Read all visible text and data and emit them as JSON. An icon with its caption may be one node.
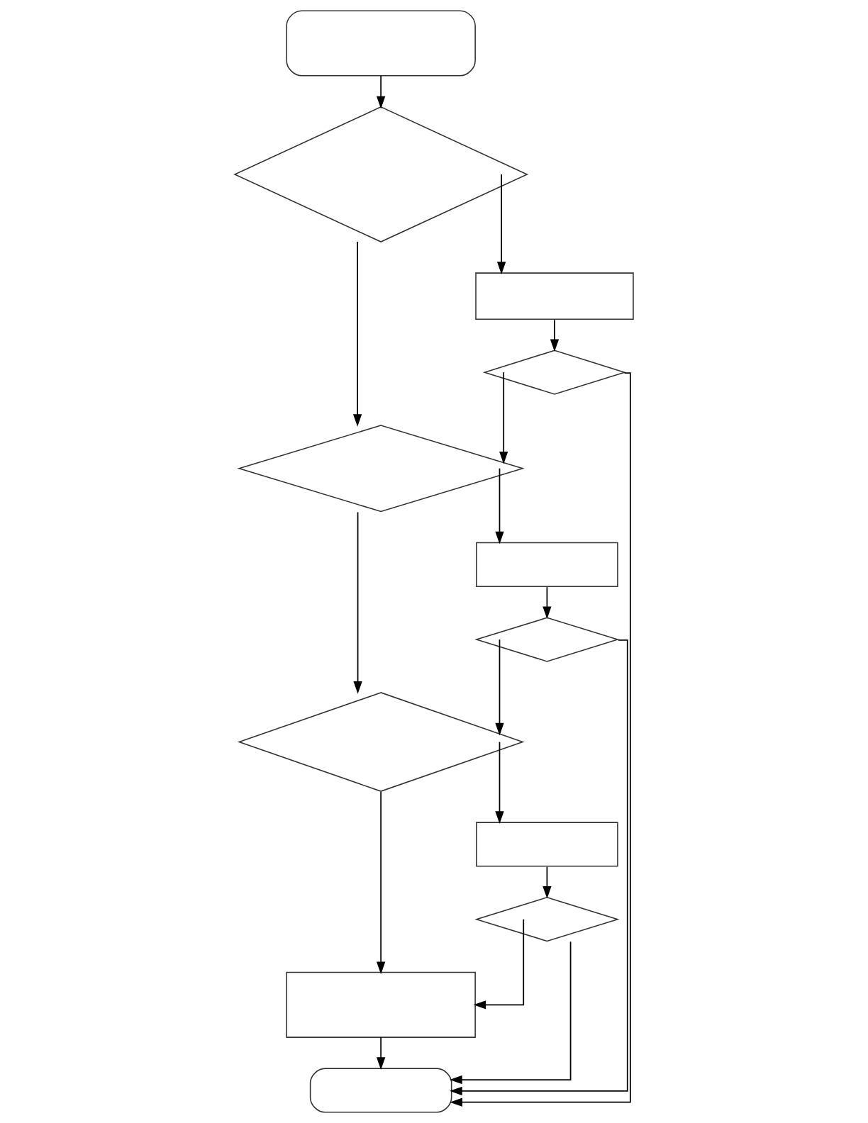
{
  "diagram": {
    "nodes": [
      {
        "text": [],
        "shape": "oval"
      },
      {
        "text": [],
        "shape": "diamond"
      },
      {
        "text": [],
        "shape": "box"
      },
      {
        "text": [],
        "shape": "diamond"
      },
      {
        "text": [],
        "shape": "diamond"
      },
      {
        "text": [],
        "shape": "box"
      },
      {
        "text": [],
        "shape": "diamond"
      },
      {
        "text": [],
        "shape": "diamond"
      },
      {
        "text": [],
        "shape": "box"
      },
      {
        "text": [],
        "shape": "diamond"
      },
      {
        "text": [],
        "shape": "box"
      },
      {
        "text": [],
        "shape": "oval"
      }
    ],
    "edges": [
      {
        "from": 0,
        "to": 1,
        "arrow": "to"
      },
      {
        "from": 1,
        "to": 2,
        "arrow": "to"
      },
      {
        "from": 1,
        "to": 4,
        "arrow": "to"
      },
      {
        "from": 2,
        "to": 3,
        "arrow": "to"
      },
      {
        "from": 3,
        "to": 4,
        "arrow": "to"
      },
      {
        "from": 3,
        "to": 11,
        "arrow": "to"
      },
      {
        "from": 4,
        "to": 5,
        "arrow": "to"
      },
      {
        "from": 4,
        "to": 7,
        "arrow": "to"
      },
      {
        "from": 5,
        "to": 6,
        "arrow": "to"
      },
      {
        "from": 6,
        "to": 7,
        "arrow": "to"
      },
      {
        "from": 6,
        "to": 11,
        "arrow": "to"
      },
      {
        "from": 7,
        "to": 8,
        "arrow": "to"
      },
      {
        "from": 7,
        "to": 10,
        "arrow": "to"
      },
      {
        "from": 8,
        "to": 9,
        "arrow": "to"
      },
      {
        "from": 9,
        "to": 10,
        "arrow": "to"
      },
      {
        "from": 9,
        "to": 11,
        "arrow": "to"
      },
      {
        "from": 10,
        "to": 11,
        "arrow": "to"
      }
    ]
  }
}
